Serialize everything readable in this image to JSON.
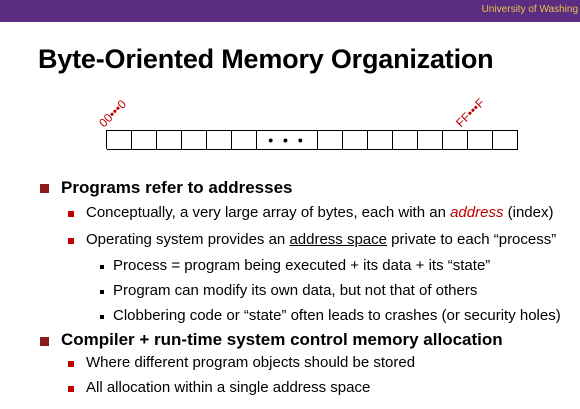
{
  "header": {
    "org_name": "University of Washing",
    "bar_color": "#5a2d82",
    "org_color": "#e8c34a"
  },
  "title": "Byte-Oriented Memory Organization",
  "memory_diagram": {
    "start_label": "00•••0",
    "end_label": "FF•••F",
    "ellipsis": "• • •"
  },
  "bullets": [
    {
      "text": "Programs refer to addresses",
      "children": [
        {
          "pre": "Conceptually, a very large array of bytes, each with an ",
          "emph": "address",
          "post": " (index)"
        },
        {
          "pre": "Operating system provides an ",
          "underline": "address space",
          "post": " private to each “process”",
          "children": [
            "Process = program being executed + its data + its “state”",
            "Program can modify its own data, but not that of others",
            "Clobbering code or “state” often leads to crashes (or security holes)"
          ]
        }
      ]
    },
    {
      "text": "Compiler + run-time system control memory allocation",
      "children": [
        {
          "text": "Where different program objects should be stored"
        },
        {
          "text": "All allocation within a single address space"
        }
      ]
    }
  ]
}
